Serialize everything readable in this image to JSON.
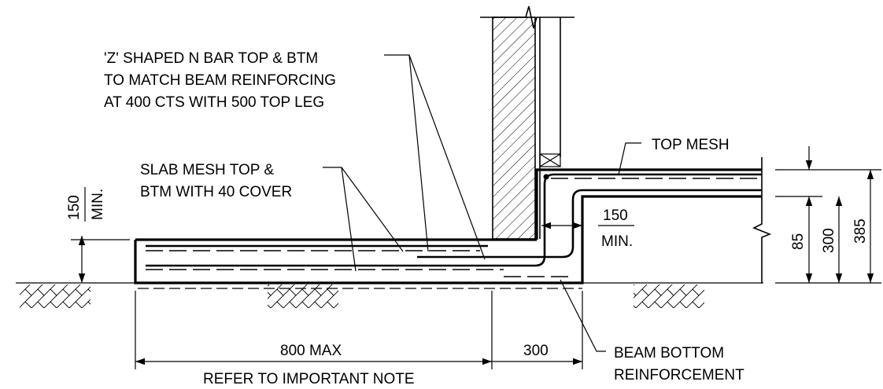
{
  "labels": {
    "z_bar_line1": "'Z' SHAPED N BAR TOP & BTM",
    "z_bar_line2": "TO MATCH BEAM REINFORCING",
    "z_bar_line3": "AT 400 CTS WITH 500 TOP LEG",
    "slab_mesh_line1": "SLAB MESH TOP &",
    "slab_mesh_line2": "BTM WITH 40 COVER",
    "top_mesh": "TOP MESH",
    "beam_bottom_line1": "BEAM BOTTOM",
    "beam_bottom_line2": "REINFORCEMENT",
    "refer_note": "REFER TO IMPORTANT NOTE"
  },
  "dimensions": {
    "slab_depth_value": "150",
    "slab_depth_suffix": "MIN.",
    "wall_offset_value": "150",
    "wall_offset_suffix": "MIN.",
    "slab_width": "800 MAX",
    "beam_width": "300",
    "dim_85": "85",
    "dim_300": "300",
    "dim_385": "385"
  }
}
